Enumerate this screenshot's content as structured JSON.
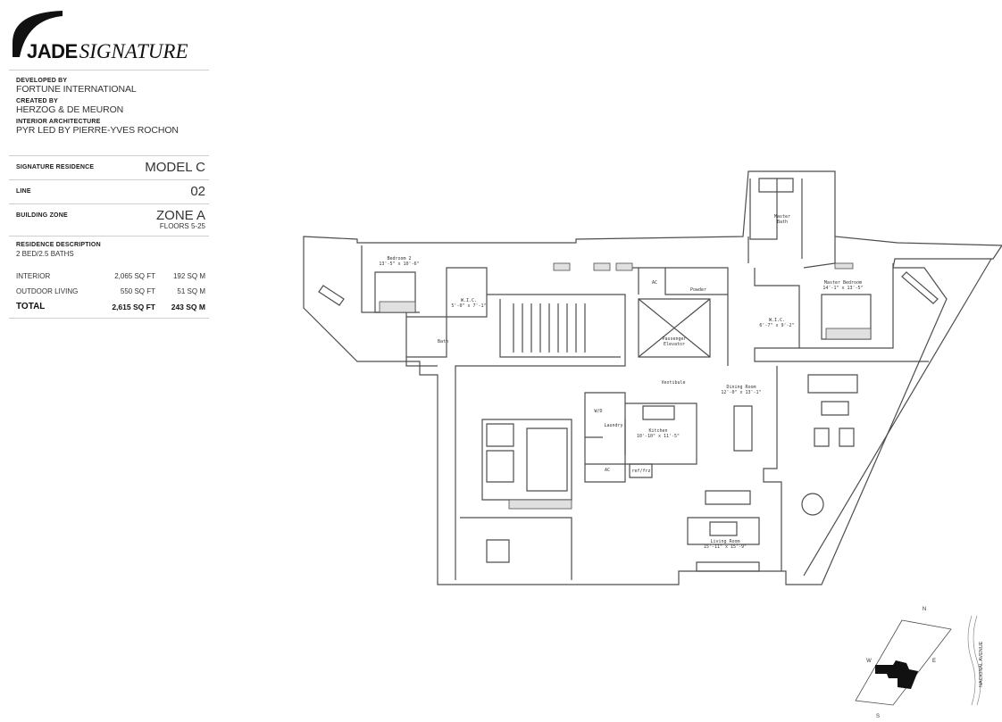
{
  "brand": {
    "strong": "JADE",
    "light": "SIGNATURE"
  },
  "credits": [
    {
      "label": "DEVELOPED BY",
      "value": "FORTUNE INTERNATIONAL"
    },
    {
      "label": "CREATED BY",
      "value": "HERZOG & DE MEURON"
    },
    {
      "label": "INTERIOR ARCHITECTURE",
      "value": "PYR LED BY PIERRE-YVES ROCHON"
    }
  ],
  "residence": {
    "signature_label": "SIGNATURE RESIDENCE",
    "model": "MODEL C",
    "line_label": "LINE",
    "line": "02",
    "zone_label": "BUILDING ZONE",
    "zone": "ZONE A",
    "floors": "FLOORS 5-25",
    "description_label": "RESIDENCE DESCRIPTION",
    "description": "2 BED/2.5 BATHS"
  },
  "areas": [
    {
      "label": "INTERIOR",
      "sqft": "2,065 SQ FT",
      "sqm": "192 SQ M"
    },
    {
      "label": "OUTDOOR LIVING",
      "sqft": "550 SQ FT",
      "sqm": "51 SQ M"
    },
    {
      "label": "TOTAL",
      "sqft": "2,615 SQ FT",
      "sqm": "243 SQ M"
    }
  ],
  "rooms": {
    "master_bath": [
      "Master",
      "Bath"
    ],
    "master_bedroom": [
      "Master Bedroom",
      "14'-1\" x 13'-5\""
    ],
    "wic_master": [
      "W.I.C.",
      "6'-7\" x 9'-2\""
    ],
    "bedroom2": [
      "Bedroom 2",
      "13'-5\" x 10'-6\""
    ],
    "wic_bed2": [
      "W.I.C.",
      "5'-0\" x 7'-1\""
    ],
    "bath": "Bath",
    "ac_top": "AC",
    "powder": "Powder",
    "elevator": [
      "Passenger",
      "Elevator"
    ],
    "vestibule": "Vestibule",
    "dining": [
      "Dining Room",
      "12'-0\" x 13'-1\""
    ],
    "kitchen": [
      "Kitchen",
      "10'-10\" x 11'-5\""
    ],
    "wd": "W/D",
    "laundry": "Laundry",
    "ac_bottom": "AC",
    "refrig": "ref/frz",
    "living": [
      "Living Room",
      "15'-11\" x 15'-9\""
    ]
  },
  "compass": {
    "n": "N",
    "e": "E",
    "s": "S",
    "w": "W"
  },
  "street": "NACIONAL AVENUE",
  "colors": {
    "text": "#1a1a1a",
    "line": "#4d4d4d",
    "divider": "#cfcfcf",
    "site": "#111111"
  }
}
